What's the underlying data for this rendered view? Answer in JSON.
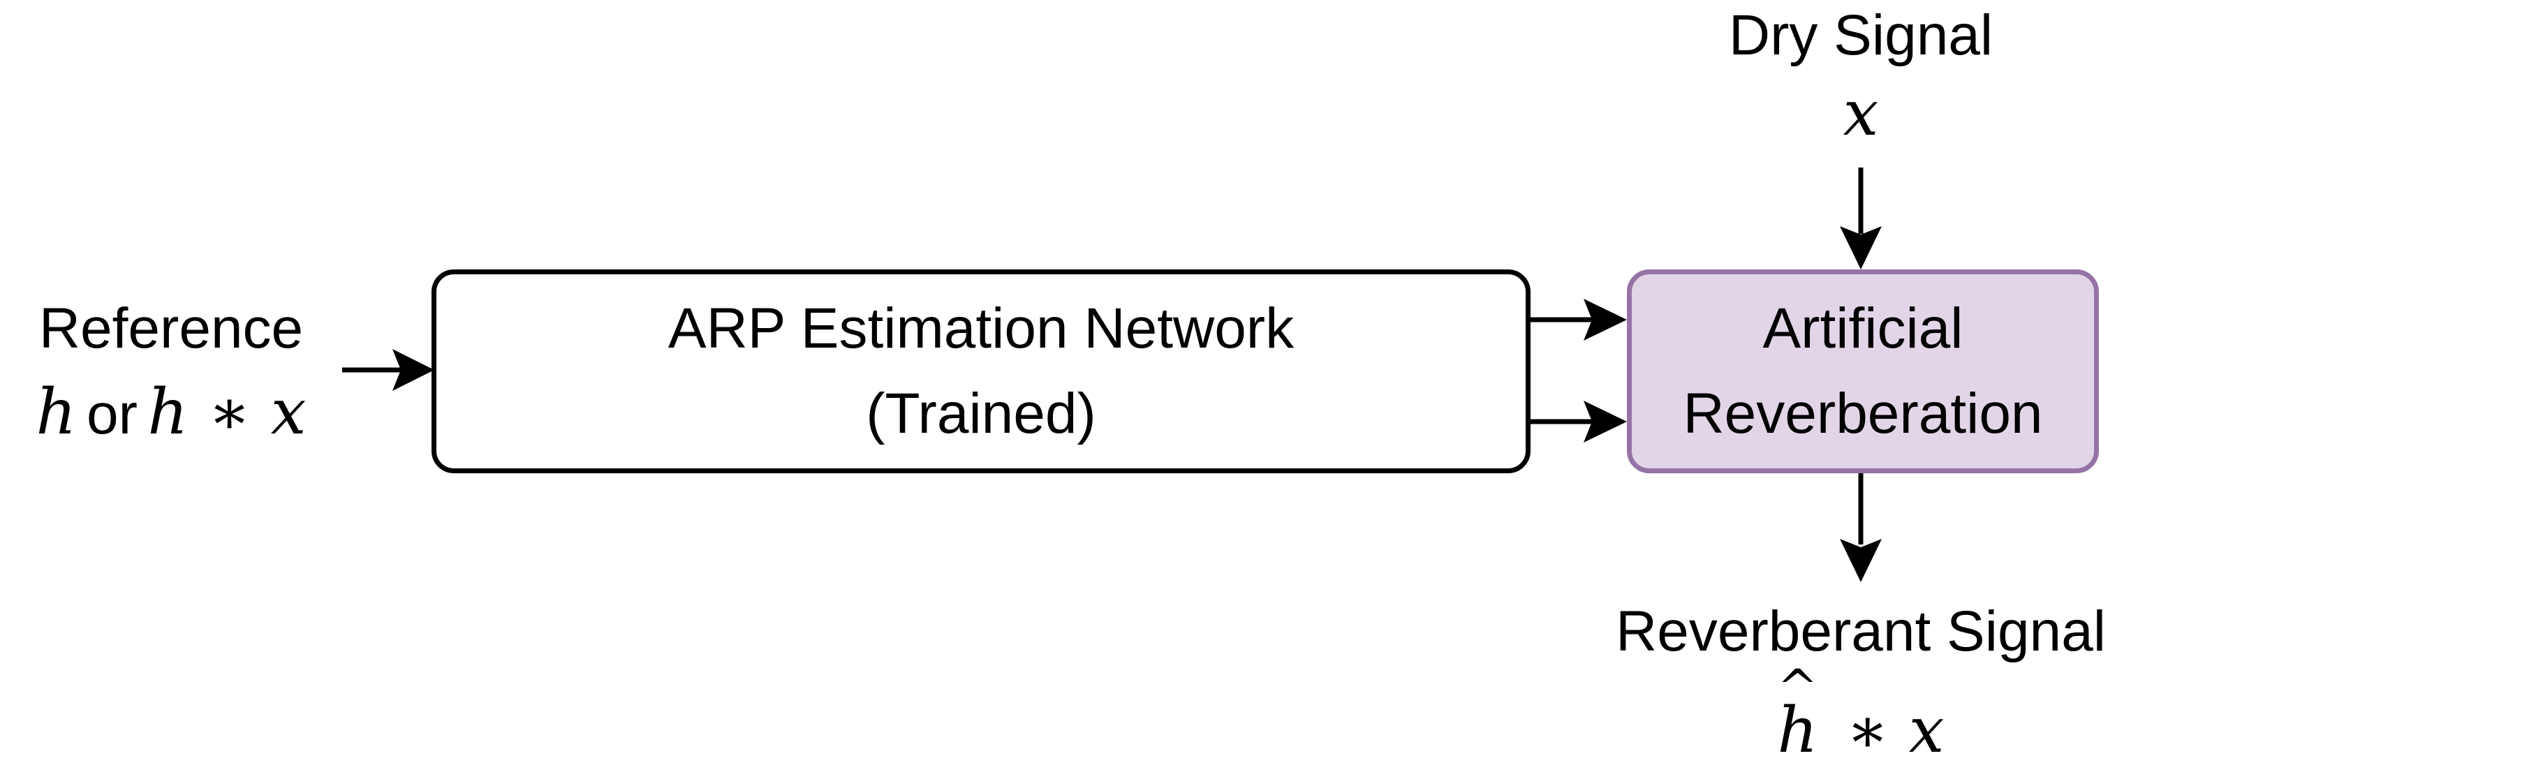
{
  "colors": {
    "stroke": "#000000",
    "reverb_fill": "#e1d5e7",
    "reverb_stroke": "#9673a6",
    "background": "#ffffff"
  },
  "reference": {
    "label": "Reference",
    "math_h": "h",
    "or": "or",
    "math_hx": "h ∗ x"
  },
  "arp_box": {
    "line1": "ARP Estimation Network",
    "line2": "(Trained)"
  },
  "reverb_box": {
    "line1": "Artificial",
    "line2": "Reverberation"
  },
  "dry": {
    "label": "Dry Signal",
    "math": "x"
  },
  "output": {
    "label": "Reverberant Signal",
    "math_h": "h",
    "math_rest": "∗ x"
  }
}
